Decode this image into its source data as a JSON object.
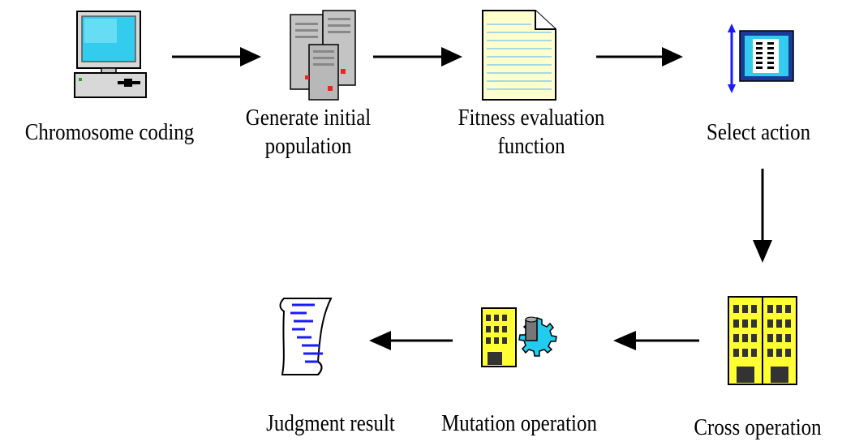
{
  "diagram": {
    "steps": [
      {
        "id": "chromosome-coding",
        "label_lines": [
          "Chromosome coding"
        ],
        "icon": "computer-icon"
      },
      {
        "id": "generate-initial-population",
        "label_lines": [
          "Generate initial",
          "population"
        ],
        "icon": "servers-icon"
      },
      {
        "id": "fitness-evaluation-function",
        "label_lines": [
          "Fitness evaluation",
          "function"
        ],
        "icon": "document-icon"
      },
      {
        "id": "select-action",
        "label_lines": [
          "Select action"
        ],
        "icon": "selection-icon"
      },
      {
        "id": "cross-operation",
        "label_lines": [
          "Cross operation"
        ],
        "icon": "buildings-icon"
      },
      {
        "id": "mutation-operation",
        "label_lines": [
          "Mutation operation"
        ],
        "icon": "building-gear-icon"
      },
      {
        "id": "judgment-result",
        "label_lines": [
          "Judgment result"
        ],
        "icon": "scroll-icon"
      }
    ],
    "colors": {
      "arrow": "#000000",
      "building": "#ffff33",
      "gear": "#22ccee",
      "scroll_lines": "#1a1aff",
      "document": "#ffffcc",
      "screen": "#33ccee"
    }
  }
}
